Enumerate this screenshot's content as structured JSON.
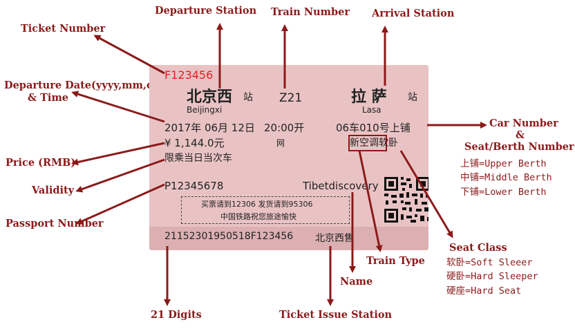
{
  "labels": {
    "departure_station": "Departure Station",
    "train_number": "Train Number",
    "arrival_station": "Arrival Station",
    "ticket_number": "Ticket Number",
    "departure_date_line1": "Departure Date(yyyy,mm,dd)",
    "departure_date_line2": "& Time",
    "car_number_line1": "Car Number",
    "car_number_line2": "&",
    "car_number_line3": "Seat/Berth Number",
    "price": "Price (RMB)",
    "validity": "Validity",
    "passport_number": "Passport Number",
    "seat_class": "Seat Class",
    "train_type": "Train Type",
    "name": "Name",
    "digits_21": "21 Digits",
    "ticket_issue_station": "Ticket Issue Station"
  },
  "berth_legend": [
    "上铺=Upper Berth",
    "中铺=Middle Berth",
    "下铺=Lower Berth"
  ],
  "seat_class_legend": [
    "软卧=Soft Sleeer",
    "硬卧=Hard Sleeper",
    "硬座=Hard Seat"
  ],
  "ticket": {
    "ticket_number": "F123456",
    "from_station": "北京西",
    "station_suffix": "站",
    "from_pinyin": "Beijingxi",
    "train_no": "Z21",
    "to_station": "拉 萨",
    "to_pinyin": "Lasa",
    "date": "2017年 06月 12日",
    "time": "20:00开",
    "car_seat": "06车010号上铺",
    "price": "¥ 1,144.0元",
    "price_sub": "网",
    "seat_class": "新空调软卧",
    "validity": "限乘当日当次车",
    "passport": "P12345678",
    "name": "Tibetdiscovery",
    "notice_line1": "买票请到12306  发货请到95306",
    "notice_line2": "中国铁路祝您旅途愉快",
    "serial": "21152301950518F123456",
    "issue_station": "北京西售"
  },
  "colors": {
    "label": "#8b1a1a",
    "ticket_number": "#e02020",
    "ticket_bg": "#e9c3c4"
  }
}
